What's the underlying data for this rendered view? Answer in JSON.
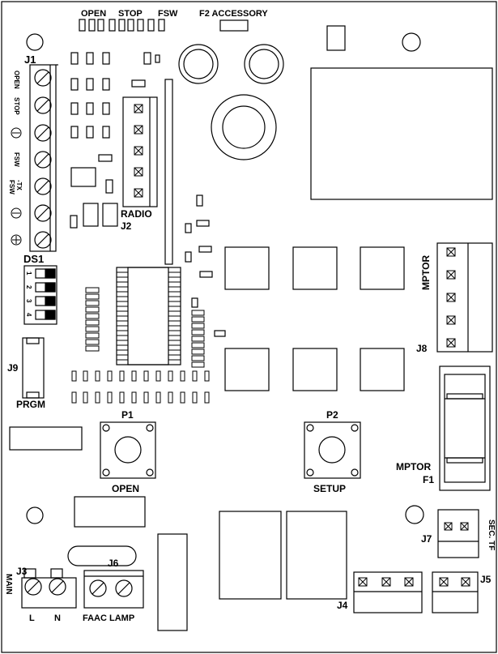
{
  "labels": {
    "top_open": "OPEN",
    "top_stop": "STOP",
    "top_fsw": "FSW",
    "f2_accessory": "F2 ACCESSORY",
    "j1": "J1",
    "j1_open": "OPEN",
    "j1_stop": "STOP",
    "j1_fsw": "FSW",
    "j1_txfsw_1": "-TX",
    "j1_txfsw_2": "FSW",
    "radio": "RADIO",
    "j2": "J2",
    "ds1": "DS1",
    "ds1_1": "1",
    "ds1_2": "2",
    "ds1_3": "3",
    "ds1_4": "4",
    "mptor_j8": "MPTOR",
    "j8": "J8",
    "j9": "J9",
    "prgm": "PRGM",
    "p1": "P1",
    "open_btn": "OPEN",
    "p2": "P2",
    "setup_btn": "SETUP",
    "mptor_f1": "MPTOR",
    "f1": "F1",
    "j7": "J7",
    "sec_tf": "SEC. TF",
    "j3": "J3",
    "main": "MAIN",
    "l": "L",
    "n": "N",
    "j6": "J6",
    "faac_lamp": "FAAC LAMP",
    "j4": "J4",
    "j5": "J5"
  }
}
